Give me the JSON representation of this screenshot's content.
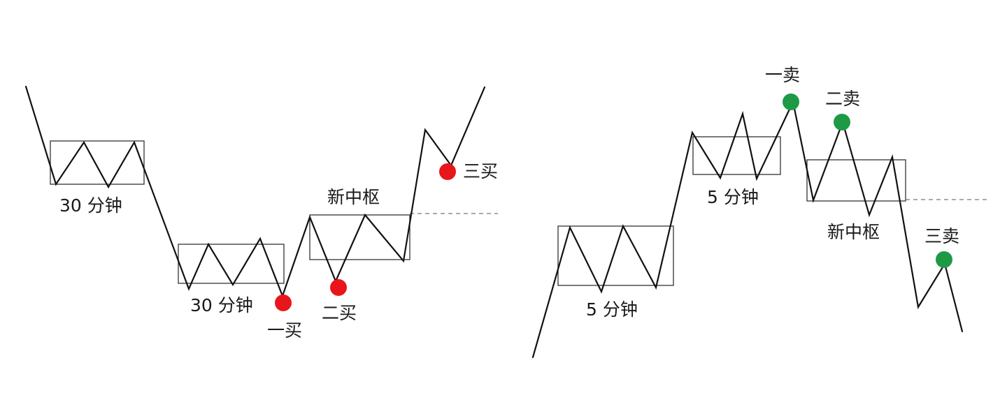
{
  "colors": {
    "buy_dot": "#e8161b",
    "sell_dot": "#1e9a45"
  },
  "left_diagram": {
    "labels": {
      "box1": "30 分钟",
      "box2": "30 分钟",
      "new_pivot": "新中枢",
      "buy1": "一买",
      "buy2": "二买",
      "buy3": "三买"
    }
  },
  "right_diagram": {
    "labels": {
      "box1": "5 分钟",
      "box2": "5 分钟",
      "new_pivot": "新中枢",
      "sell1": "一卖",
      "sell2": "二卖",
      "sell3": "三卖"
    }
  }
}
